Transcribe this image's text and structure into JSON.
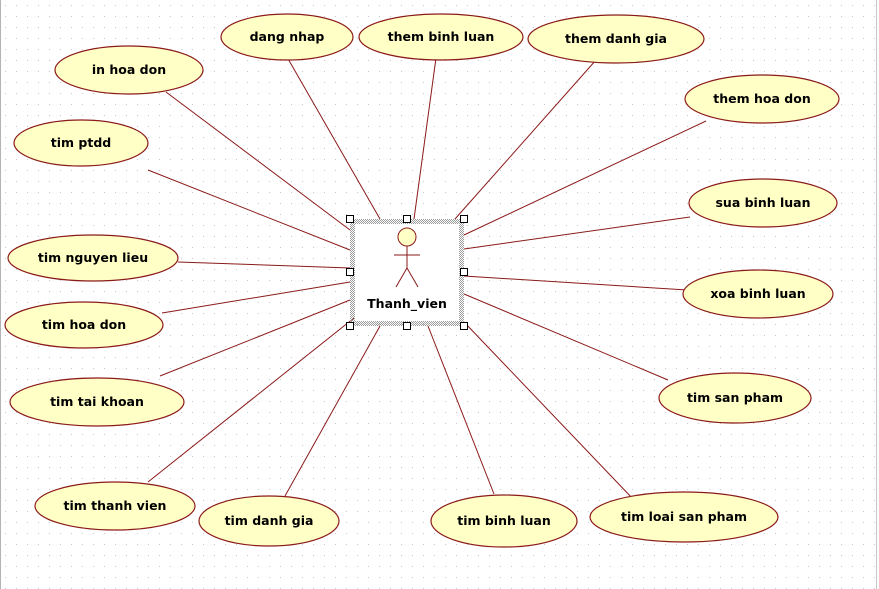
{
  "actor": {
    "name": "Thanh_vien"
  },
  "use_cases": [
    {
      "id": "uc-dang-nhap",
      "label": "dang nhap"
    },
    {
      "id": "uc-them-binh-luan",
      "label": "them binh luan"
    },
    {
      "id": "uc-them-danh-gia",
      "label": "them danh gia"
    },
    {
      "id": "uc-in-hoa-don",
      "label": "in hoa don"
    },
    {
      "id": "uc-them-hoa-don",
      "label": "them hoa don"
    },
    {
      "id": "uc-tim-ptdd",
      "label": "tim ptdd"
    },
    {
      "id": "uc-sua-binh-luan",
      "label": "sua binh luan"
    },
    {
      "id": "uc-tim-nguyen-lieu",
      "label": "tim nguyen lieu"
    },
    {
      "id": "uc-xoa-binh-luan",
      "label": "xoa binh luan"
    },
    {
      "id": "uc-tim-hoa-don",
      "label": "tim hoa don"
    },
    {
      "id": "uc-tim-tai-khoan",
      "label": "tim tai khoan"
    },
    {
      "id": "uc-tim-san-pham",
      "label": "tim san pham"
    },
    {
      "id": "uc-tim-thanh-vien",
      "label": "tim thanh vien"
    },
    {
      "id": "uc-tim-danh-gia",
      "label": "tim danh gia"
    },
    {
      "id": "uc-tim-binh-luan",
      "label": "tim binh luan"
    },
    {
      "id": "uc-tim-loai-san-pham",
      "label": "tim loai san pham"
    }
  ],
  "colors": {
    "ellipse_fill": "#ffffc6",
    "ellipse_stroke": "#8b1a1a",
    "line": "#8b1a1a",
    "grid_dot": "#c8c8c8",
    "selection_handle": "#000000",
    "actor_fill": "#ffffc6"
  }
}
